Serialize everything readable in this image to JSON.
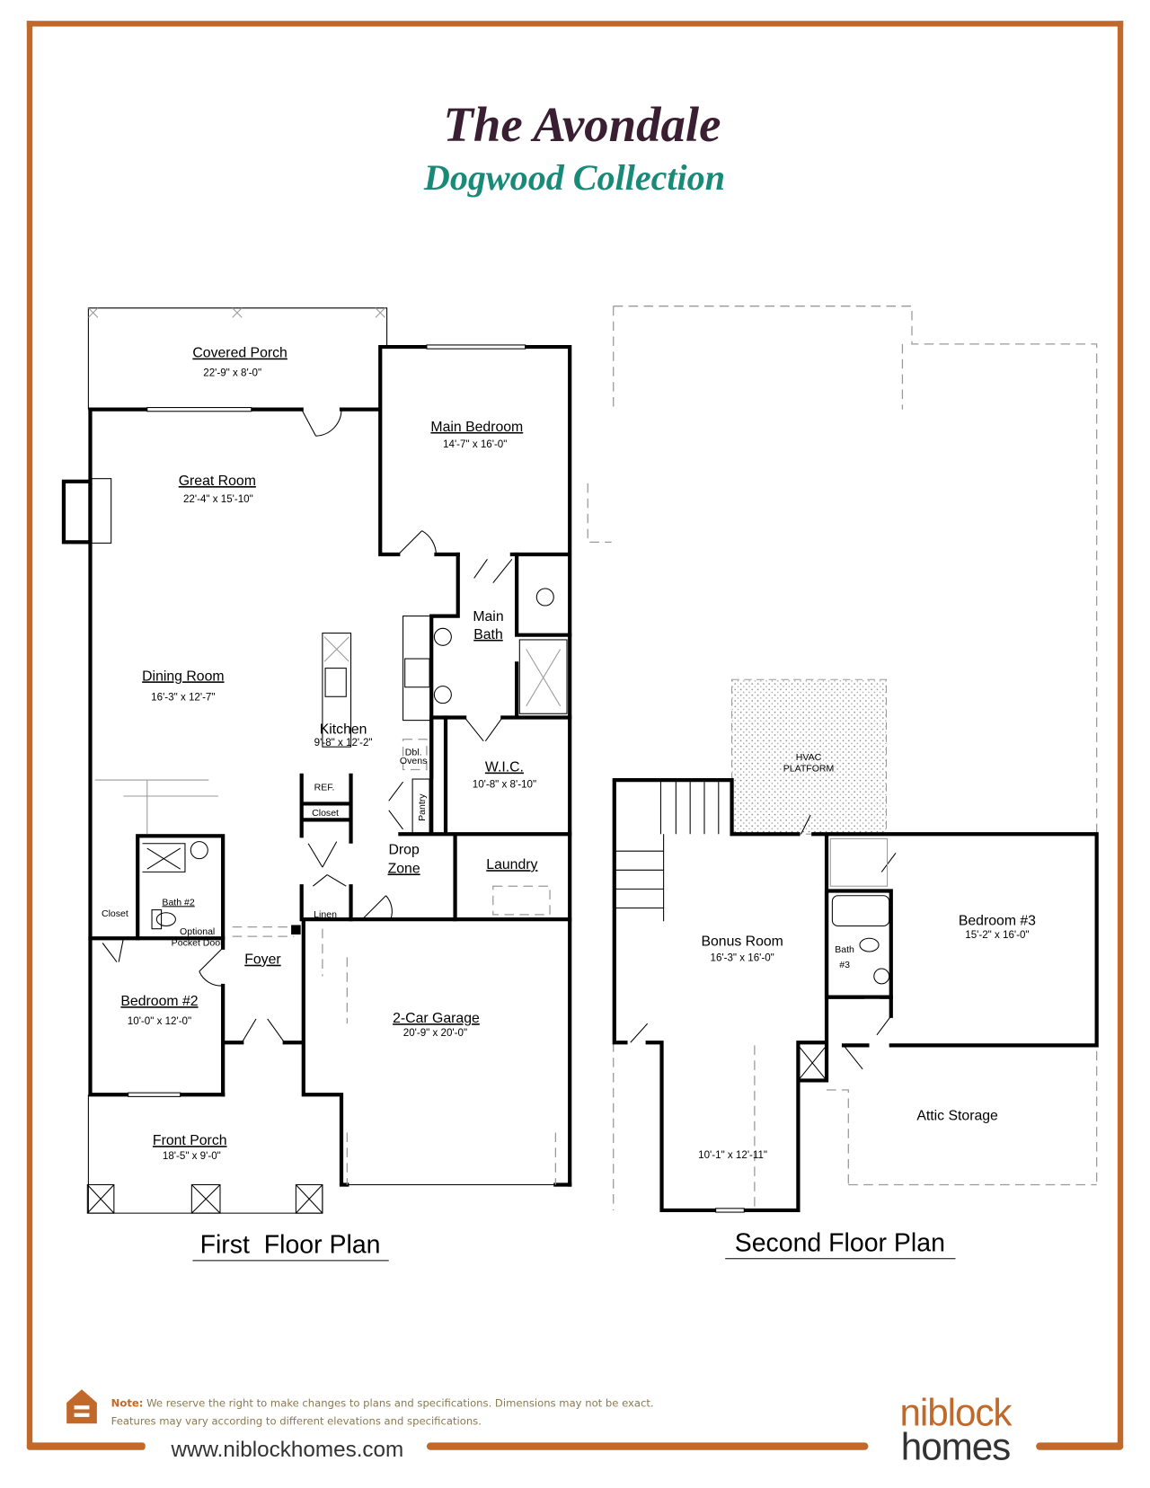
{
  "header": {
    "title": "The Avondale",
    "subtitle": "Dogwood Collection"
  },
  "colors": {
    "border": "#c0692a",
    "title": "#3a1f33",
    "subtitle": "#1a8a78",
    "note": "#8a7a50"
  },
  "first_floor": {
    "caption": "First  Floor Plan",
    "rooms": {
      "covered_porch": {
        "name": "Covered  Porch",
        "size": "22'-9\" x 8'-0\""
      },
      "main_bedroom": {
        "name": "Main Bedroom",
        "size": "14'-7\" x 16'-0\""
      },
      "great_room": {
        "name": "Great Room",
        "size": "22'-4\" x 15'-10\""
      },
      "main_bath": {
        "name_line1": "Main",
        "name_line2": "Bath"
      },
      "dining_room": {
        "name": "Dining Room",
        "size": "16'-3\" x 12'-7\""
      },
      "kitchen": {
        "name": "Kitchen",
        "size": "9'-8\" x 12'-2\""
      },
      "wic": {
        "name": "W.I.C.",
        "size": "10'-8\" x 8'-10\""
      },
      "pantry": {
        "name": "Pantry"
      },
      "closet_kitchen": {
        "name": "Closet"
      },
      "ref": {
        "name": "REF."
      },
      "dbl_ovens": {
        "line1": "Dbl.",
        "line2": "Ovens"
      },
      "drop_zone": {
        "name_line1": "Drop",
        "name_line2": "Zone"
      },
      "laundry": {
        "name": "Laundry"
      },
      "bath2": {
        "name": "Bath #2"
      },
      "closet_bed2": {
        "name": "Closet"
      },
      "linen": {
        "name": "Linen"
      },
      "optional_door": {
        "line1": "Optional",
        "line2": "Pocket Door"
      },
      "foyer": {
        "name": "Foyer"
      },
      "bedroom2": {
        "name": "Bedroom #2",
        "size": "10'-0\" x 12'-0\""
      },
      "garage": {
        "name": "2-Car Garage",
        "size": "20'-9\" x 20'-0\""
      },
      "front_porch": {
        "name": "Front Porch",
        "size": "18'-5\" x 9'-0\""
      }
    }
  },
  "second_floor": {
    "caption": "Second Floor Plan",
    "rooms": {
      "hvac": {
        "line1": "HVAC",
        "line2": "PLATFORM"
      },
      "bonus_room": {
        "name": "Bonus Room",
        "size": "16'-3\" x 16'-0\""
      },
      "bedroom3": {
        "name": "Bedroom #3",
        "size": "15'-2\" x 16'-0\""
      },
      "bath3": {
        "line1": "Bath",
        "line2": "#3"
      },
      "bonus_extension": {
        "size": "10'-1\" x 12'-11\""
      },
      "attic_storage": {
        "name": "Attic Storage"
      }
    }
  },
  "footer": {
    "note_label": "Note:",
    "note_line1": " We reserve the right to make changes to plans and specifications. Dimensions may not be exact.",
    "note_line2": "Features may vary according to different elevations and specifications.",
    "website": "www.niblockhomes.com",
    "logo_line1": "niblock",
    "logo_line2": "homes",
    "equal_housing_icon": "equal-housing-house-icon"
  }
}
